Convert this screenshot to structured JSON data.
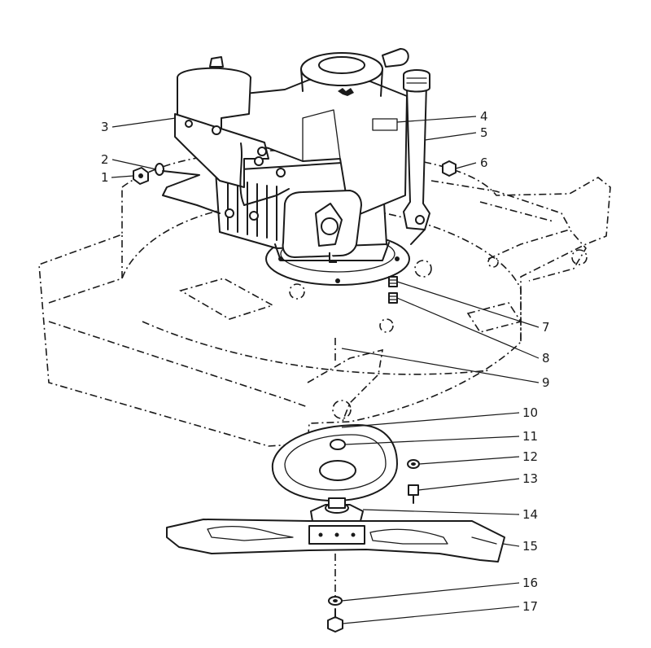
{
  "callouts": [
    {
      "id": "1",
      "label": "1"
    },
    {
      "id": "2",
      "label": "2"
    },
    {
      "id": "3",
      "label": "3"
    },
    {
      "id": "4",
      "label": "4"
    },
    {
      "id": "5",
      "label": "5"
    },
    {
      "id": "6",
      "label": "6"
    },
    {
      "id": "7",
      "label": "7"
    },
    {
      "id": "8",
      "label": "8"
    },
    {
      "id": "9",
      "label": "9"
    },
    {
      "id": "10",
      "label": "10"
    },
    {
      "id": "11",
      "label": "11"
    },
    {
      "id": "12",
      "label": "12"
    },
    {
      "id": "13",
      "label": "13"
    },
    {
      "id": "14",
      "label": "14"
    },
    {
      "id": "15",
      "label": "15"
    },
    {
      "id": "16",
      "label": "16"
    },
    {
      "id": "17",
      "label": "17"
    }
  ]
}
